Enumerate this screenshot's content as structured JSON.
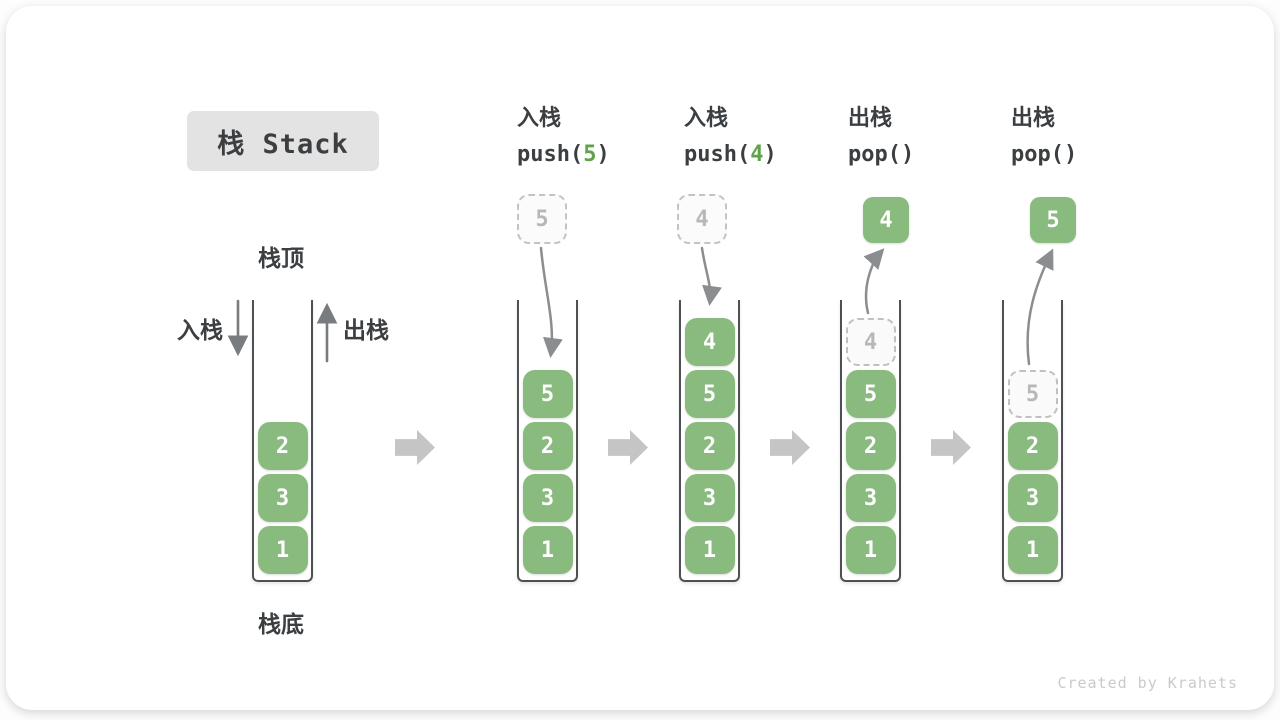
{
  "page": {
    "watermark": "Created by Krahets"
  },
  "title": {
    "text": "栈 Stack"
  },
  "legend": {
    "top_label": "栈顶",
    "bottom_label": "栈底",
    "push_label": "入栈",
    "pop_label": "出栈"
  },
  "colors": {
    "box_green": "#89ba7e",
    "code_green": "#5fa348",
    "arrow_gray": "#8b8e91",
    "block_arrow_gray": "#c5c5c5",
    "ghost_gray": "#b7b7b7",
    "ink": "#3c3f41",
    "badge_bg": "#e3e3e3",
    "watermark_gray": "#c9cacc"
  },
  "operations": [
    {
      "name": "push-5",
      "title": "入栈",
      "code_prefix": "push(",
      "code_arg": "5",
      "code_suffix": ")"
    },
    {
      "name": "push-4",
      "title": "入栈",
      "code_prefix": "push(",
      "code_arg": "4",
      "code_suffix": ")"
    },
    {
      "name": "pop-first",
      "title": "出栈",
      "code_prefix": "pop(",
      "code_arg": "",
      "code_suffix": ")"
    },
    {
      "name": "pop-second",
      "title": "出栈",
      "code_prefix": "pop(",
      "code_arg": "",
      "code_suffix": ")"
    }
  ],
  "stacks": [
    {
      "id": "initial",
      "items_top_to_bottom": [
        "2",
        "3",
        "1"
      ],
      "ghost_top": null,
      "floating": null
    },
    {
      "id": "after-push-5",
      "items_top_to_bottom": [
        "5",
        "2",
        "3",
        "1"
      ],
      "ghost_top": null,
      "floating": {
        "value": "5",
        "style": "dashed"
      }
    },
    {
      "id": "after-push-4",
      "items_top_to_bottom": [
        "4",
        "5",
        "2",
        "3",
        "1"
      ],
      "ghost_top": null,
      "floating": {
        "value": "4",
        "style": "dashed"
      }
    },
    {
      "id": "after-pop-4",
      "items_top_to_bottom": [
        "5",
        "2",
        "3",
        "1"
      ],
      "ghost_top": "4",
      "floating": {
        "value": "4",
        "style": "solid"
      }
    },
    {
      "id": "after-pop-5",
      "items_top_to_bottom": [
        "2",
        "3",
        "1"
      ],
      "ghost_top": "5",
      "floating": {
        "value": "5",
        "style": "solid"
      }
    }
  ]
}
